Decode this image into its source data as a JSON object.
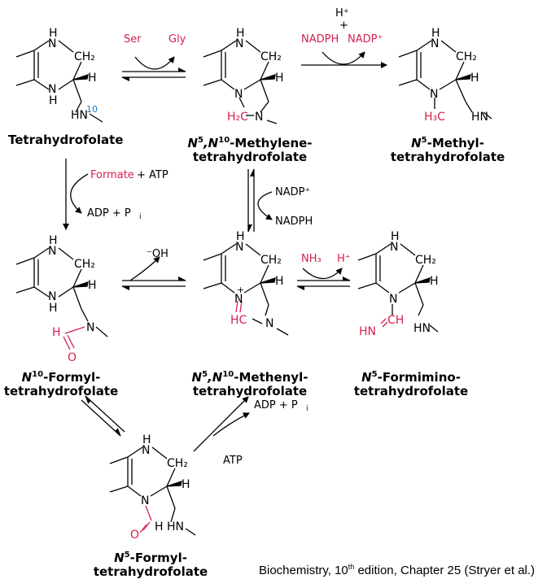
{
  "colors": {
    "black": "#000000",
    "red": "#d6204e",
    "blue": "#1f78c0"
  },
  "compounds": {
    "thf": {
      "line1": "Tetrahydrofolate"
    },
    "methylene": {
      "prefix": "N",
      "sup1": "5",
      "mid": ",N",
      "sup2": "10",
      "line1_rest": "-Methylene-",
      "line2": "tetrahydrofolate"
    },
    "methyl": {
      "prefix": "N",
      "sup1": "5",
      "line1_rest": "-Methyl-",
      "line2": "tetrahydrofolate"
    },
    "formyl10": {
      "prefix": "N",
      "sup1": "10",
      "line1_rest": "-Formyl-",
      "line2": "tetrahydrofolate"
    },
    "methenyl": {
      "prefix": "N",
      "sup1": "5",
      "mid": ",N",
      "sup2": "10",
      "line1_rest": "-Methenyl-",
      "line2": "tetrahydrofolate"
    },
    "formimino": {
      "prefix": "N",
      "sup1": "5",
      "line1_rest": "-Formimino-",
      "line2": "tetrahydrofolate"
    },
    "formyl5": {
      "prefix": "N",
      "sup1": "5",
      "line1_rest": "-Formyl-",
      "line2": "tetrahydrofolate"
    }
  },
  "atoms": {
    "N": "N",
    "H": "H",
    "CH2": "CH₂",
    "HN": "HN",
    "N10": "10",
    "H2C": "H₂C",
    "H3C": "H₃C",
    "HC": "HC",
    "O": "O",
    "CH": "CH",
    "plus": "+"
  },
  "reagents": {
    "ser": "Ser",
    "gly": "Gly",
    "h_plus": "H⁺",
    "plus": "+",
    "nadph": "NADPH",
    "nadp_plus": "NADP⁺",
    "formate": "Formate",
    "atp": "+ ATP",
    "adp_pi": "ADP + P",
    "pi_sub": "i",
    "nadp_plus_mid": "NADP⁺",
    "nadph_mid": "NADPH",
    "oh_minus": "⁻OH",
    "nh3": "NH₃",
    "h_plus_right": "H⁺",
    "adp_pi_bottom": "ADP + P",
    "pi_sub_bottom": "i",
    "atp_bottom": "ATP"
  },
  "caption": {
    "text1": "Biochemistry, 10",
    "sup": "th",
    "text2": " edition, Chapter 25 (Stryer et al.)"
  }
}
